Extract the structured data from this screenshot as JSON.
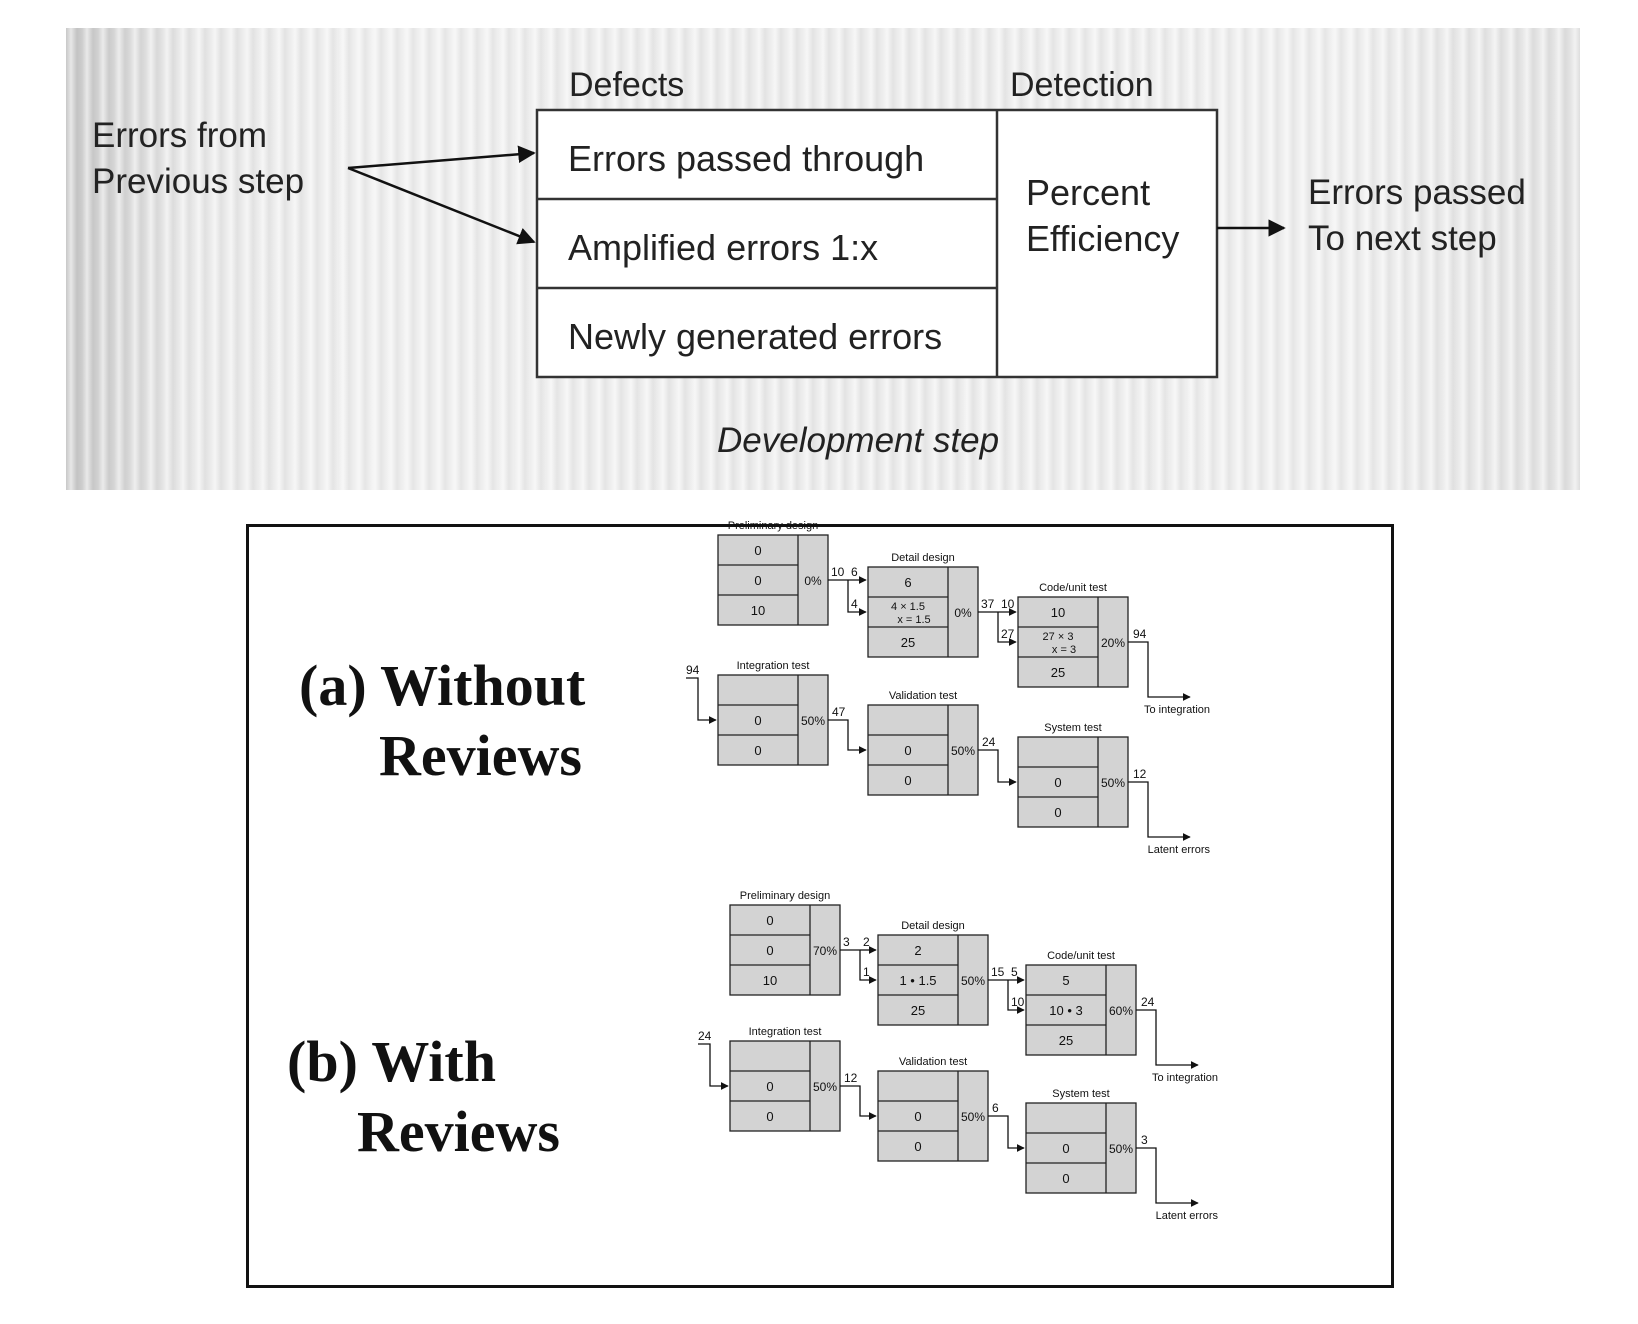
{
  "model": {
    "defects_heading": "Defects",
    "detection_heading": "Detection",
    "input_label": [
      "Errors from",
      "Previous step"
    ],
    "rows": [
      "Errors passed through",
      "Amplified errors 1:x",
      "Newly generated errors"
    ],
    "detection_label": [
      "Percent",
      "Efficiency"
    ],
    "output_label": [
      "Errors passed",
      "To next step"
    ],
    "step_label": "Development step"
  },
  "scenarios": [
    {
      "caption_line1": "(a) Without",
      "caption_line2": "Reviews",
      "to_integration_label": "To integration",
      "latent_label": "Latent errors",
      "input_to_integration": "94",
      "stages": [
        {
          "title": "Preliminary design",
          "rows": [
            [
              "0"
            ],
            [
              "0"
            ],
            [
              "10"
            ]
          ],
          "efficiency": "0%",
          "out_total": "10",
          "out_split": [
            "6",
            "4"
          ]
        },
        {
          "title": "Detail design",
          "rows": [
            [
              "6"
            ],
            [
              "4 × 1.5",
              "x = 1.5"
            ],
            [
              "25"
            ]
          ],
          "efficiency": "0%",
          "out_total": "37",
          "out_split": [
            "10",
            "27"
          ]
        },
        {
          "title": "Code/unit test",
          "rows": [
            [
              "10"
            ],
            [
              "27 × 3",
              "x = 3"
            ],
            [
              "25"
            ]
          ],
          "efficiency": "20%",
          "out_total": "94"
        },
        {
          "title": "Integration test",
          "rows": [
            [
              ""
            ],
            [
              "0"
            ],
            [
              "0"
            ]
          ],
          "efficiency": "50%",
          "out_total": "47"
        },
        {
          "title": "Validation test",
          "rows": [
            [
              ""
            ],
            [
              "0"
            ],
            [
              "0"
            ]
          ],
          "efficiency": "50%",
          "out_total": "24"
        },
        {
          "title": "System test",
          "rows": [
            [
              ""
            ],
            [
              "0"
            ],
            [
              "0"
            ]
          ],
          "efficiency": "50%",
          "out_total": "12"
        }
      ]
    },
    {
      "caption_line1": "(b) With",
      "caption_line2": "Reviews",
      "to_integration_label": "To integration",
      "latent_label": "Latent errors",
      "input_to_integration": "24",
      "stages": [
        {
          "title": "Preliminary design",
          "rows": [
            [
              "0"
            ],
            [
              "0"
            ],
            [
              "10"
            ]
          ],
          "efficiency": "70%",
          "out_total": "3",
          "out_split": [
            "2",
            "1"
          ]
        },
        {
          "title": "Detail design",
          "rows": [
            [
              "2"
            ],
            [
              "1 • 1.5"
            ],
            [
              "25"
            ]
          ],
          "efficiency": "50%",
          "out_total": "15",
          "out_split": [
            "5",
            "10"
          ]
        },
        {
          "title": "Code/unit test",
          "rows": [
            [
              "5"
            ],
            [
              "10 • 3"
            ],
            [
              "25"
            ]
          ],
          "efficiency": "60%",
          "out_total": "24"
        },
        {
          "title": "Integration test",
          "rows": [
            [
              ""
            ],
            [
              "0"
            ],
            [
              "0"
            ]
          ],
          "efficiency": "50%",
          "out_total": "12"
        },
        {
          "title": "Validation test",
          "rows": [
            [
              ""
            ],
            [
              "0"
            ],
            [
              "0"
            ]
          ],
          "efficiency": "50%",
          "out_total": "6"
        },
        {
          "title": "System test",
          "rows": [
            [
              ""
            ],
            [
              "0"
            ],
            [
              "0"
            ]
          ],
          "efficiency": "50%",
          "out_total": "3"
        }
      ]
    }
  ]
}
